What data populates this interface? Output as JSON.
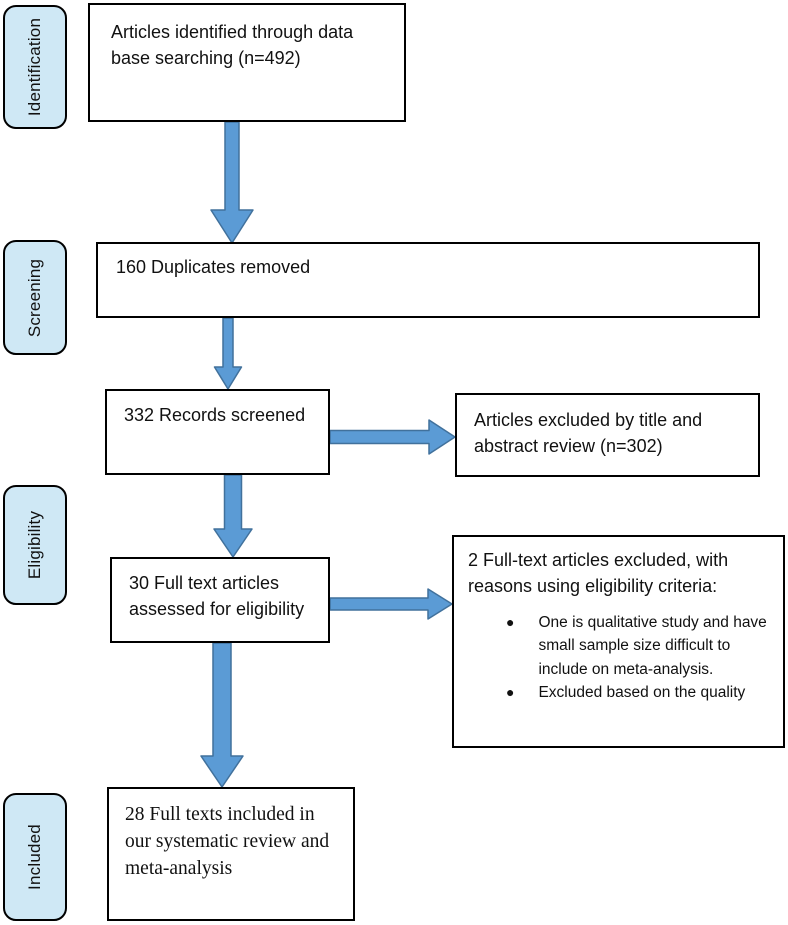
{
  "diagram": {
    "stages": {
      "identification": "Identification",
      "screening": "Screening",
      "eligibility": "Eligibility",
      "included": "Included"
    },
    "boxes": {
      "identified": "Articles identified through data base searching (n=492)",
      "duplicates_removed": "160 Duplicates removed",
      "records_screened": "332 Records screened",
      "excluded_title_abstract": "Articles excluded by title and abstract review (n=302)",
      "fulltext_assessed": "30 Full text articles assessed for eligibility",
      "fulltext_excluded_heading": "2 Full-text articles excluded, with reasons using eligibility criteria:",
      "fulltext_excluded_bullets": [
        "One is qualitative study and have small sample size difficult to include on meta-analysis.",
        "Excluded based on the quality"
      ],
      "included_final": "28 Full texts included in our systematic review and meta-analysis"
    },
    "bullet_glyph": "●",
    "colors": {
      "arrow_fill": "#5b9bd5",
      "arrow_border": "#41719c",
      "label_fill": "#cfe8f5",
      "box_border": "#000000"
    }
  }
}
